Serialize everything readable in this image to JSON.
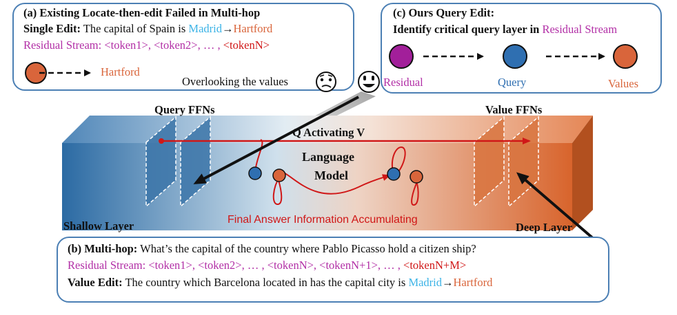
{
  "panel_a": {
    "title": "(a) Existing Locate-then-edit Failed in Multi-hop",
    "single_edit_label": "Single Edit:",
    "single_edit_text": " The capital of Spain is ",
    "madrid": "Madrid",
    "arrow": "→",
    "hartford": "Hartford",
    "residual_stream": "Residual Stream: <token1>, <token2>, … , ",
    "tokenN": "<tokenN>",
    "arrow_target": "Hartford",
    "overlooking": "Overlooking the values"
  },
  "panel_c": {
    "title": "(c) Ours Query Edit:",
    "subtitle_pre": "Identify critical query layer in ",
    "subtitle_highlight": "Residual Stream",
    "residual_label": "Residual",
    "query_label": "Query",
    "values_label": "Values"
  },
  "model": {
    "query_ffns": "Query FFNs",
    "value_ffns": "Value FFNs",
    "q_activating_v": "Q Activating V",
    "language": "Language",
    "model_word": "Model",
    "shallow_layer": "Shallow Layer",
    "deep_layer": "Deep Layer",
    "accumulating": "Final Answer Information Accumulating"
  },
  "panel_b": {
    "multihop_label": "(b) Multi-hop:",
    "multihop_text": " What’s the capital of the country where Pablo Picasso hold a citizen ship?",
    "residual_stream": "Residual Stream: <token1>, <token2>, … , <tokenN>, <tokenN+1>, … , ",
    "tokenNM": "<tokenN+M>",
    "value_edit_label": "Value Edit:",
    "value_edit_text": " The country which Barcelona located in has the capital city is ",
    "madrid": "Madrid",
    "arrow": "→",
    "hartford": "Hartford"
  },
  "colors": {
    "panel_border": "#4b7fb4",
    "purple": "#b22fa6",
    "blue": "#2f6fb1",
    "orange": "#d9653b",
    "red": "#d01717",
    "madrid": "#3bb3e6"
  }
}
